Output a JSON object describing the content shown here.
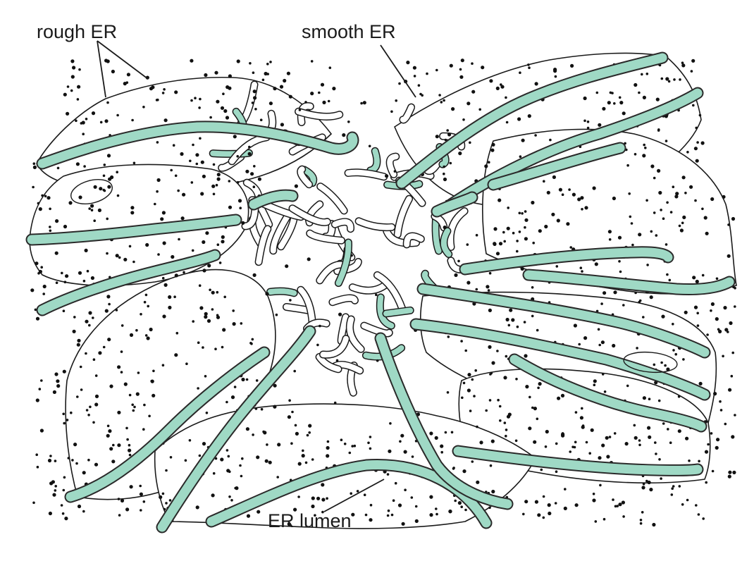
{
  "labels": {
    "rough_er": "rough ER",
    "smooth_er": "smooth ER",
    "er_lumen": "ER lumen"
  },
  "colors": {
    "lumen": "#9fd9c5",
    "lumen_edge": "#2a2a2a",
    "ribosome": "#111111",
    "membrane_fill": "#ffffff",
    "outline": "#1a1a1a"
  }
}
